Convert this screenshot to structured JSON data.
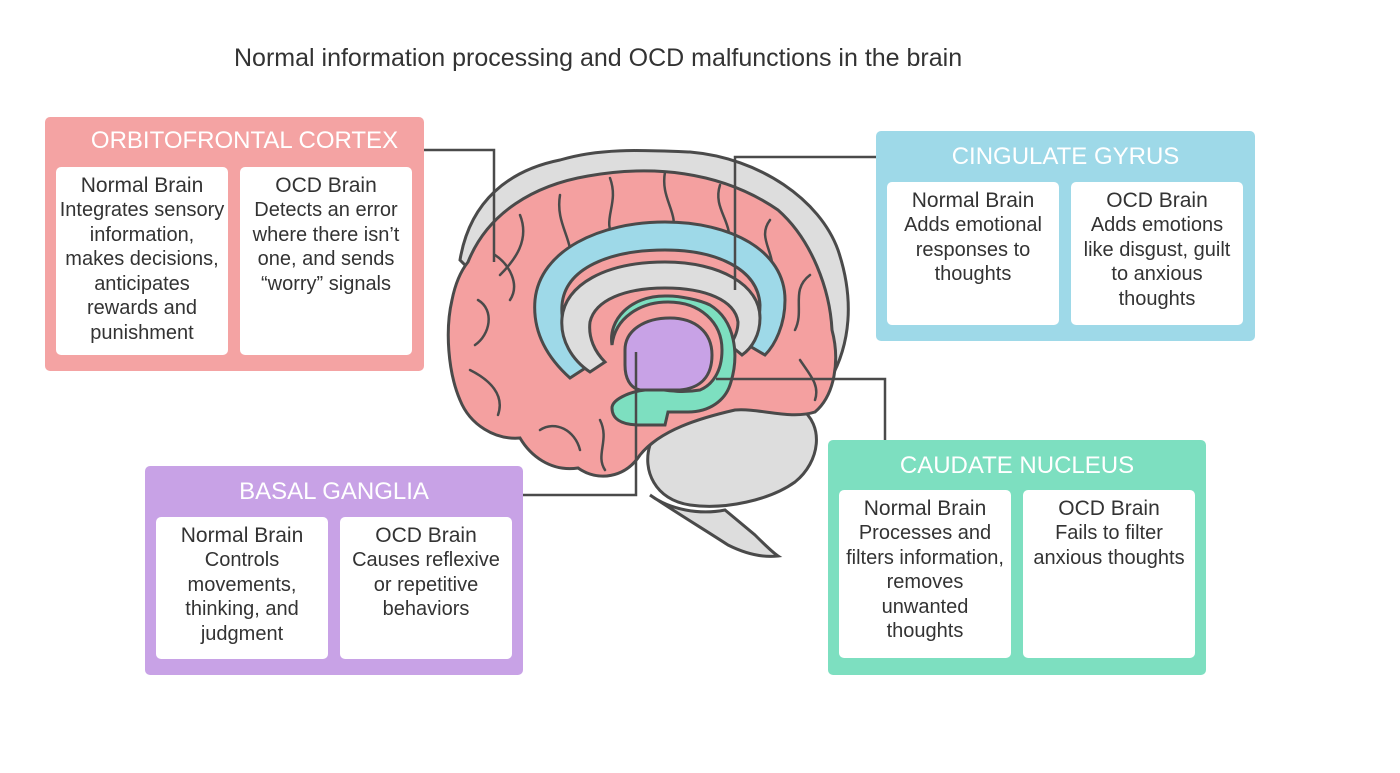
{
  "title": "Normal information processing and OCD malfunctions in the brain",
  "colors": {
    "orbitofrontal": "#f4a3a3",
    "cingulate": "#9ed9e8",
    "basal": "#c8a2e6",
    "caudate": "#7ddfc0",
    "cortex": "#f4a0a0",
    "gray": "#dddddd",
    "outline": "#4a4a4a"
  },
  "regions": {
    "orbitofrontal": {
      "title": "ORBITOFRONTAL CORTEX",
      "normal_heading": "Normal Brain",
      "normal_text": "Integrates sensory\ninformation,\nmakes decisions,\nanticipates\nrewards and\npunishment",
      "ocd_heading": "OCD Brain",
      "ocd_text": "Detects an error\nwhere there isn’t\none, and sends\n“worry” signals"
    },
    "cingulate": {
      "title": "CINGULATE GYRUS",
      "normal_heading": "Normal Brain",
      "normal_text": "Adds emotional\nresponses to\nthoughts",
      "ocd_heading": "OCD Brain",
      "ocd_text": "Adds emotions\nlike disgust, guilt\nto anxious\nthoughts"
    },
    "basal": {
      "title": "BASAL GANGLIA",
      "normal_heading": "Normal Brain",
      "normal_text": "Controls\nmovements,\nthinking, and\njudgment",
      "ocd_heading": "OCD Brain",
      "ocd_text": "Causes reflexive\nor repetitive\nbehaviors"
    },
    "caudate": {
      "title": "CAUDATE NUCLEUS",
      "normal_heading": "Normal Brain",
      "normal_text": "Processes and\nfilters information,\nremoves\nunwanted\nthoughts",
      "ocd_heading": "OCD Brain",
      "ocd_text": "Fails to filter\nanxious thoughts"
    }
  }
}
